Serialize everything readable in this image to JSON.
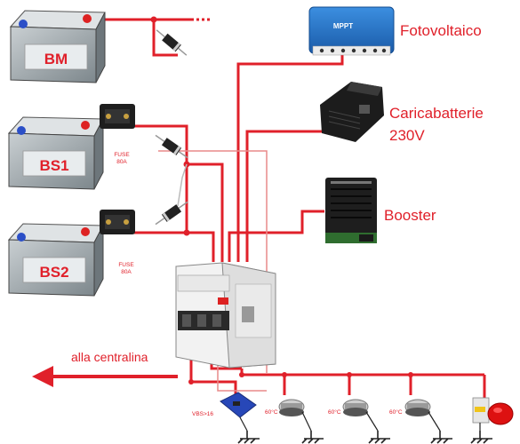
{
  "batteries": [
    {
      "label": "BM"
    },
    {
      "label": "BS1"
    },
    {
      "label": "BS2"
    }
  ],
  "fuses": [
    {
      "line1": "FUSE",
      "line2": "80A"
    },
    {
      "line1": "FUSE",
      "line2": "80A"
    }
  ],
  "devices": {
    "mppt": {
      "label": "Fotovoltaico",
      "badge": "MPPT"
    },
    "charger": {
      "label_line1": "Caricabatterie",
      "label_line2": "230V"
    },
    "booster": {
      "label": "Booster"
    }
  },
  "outputs": {
    "centralina": "alla centralina"
  },
  "sensors": {
    "vbs_label": "VBS>16",
    "thermostats": [
      "60°C",
      "60°C",
      "60°C"
    ]
  },
  "colors": {
    "wire_red": "#e0202a",
    "wire_pink": "#e88a8a",
    "label_red": "#e0202a",
    "ground": "#222222",
    "mppt_blue": "#1f6fc6",
    "battery_body": "#9aa3a8"
  }
}
